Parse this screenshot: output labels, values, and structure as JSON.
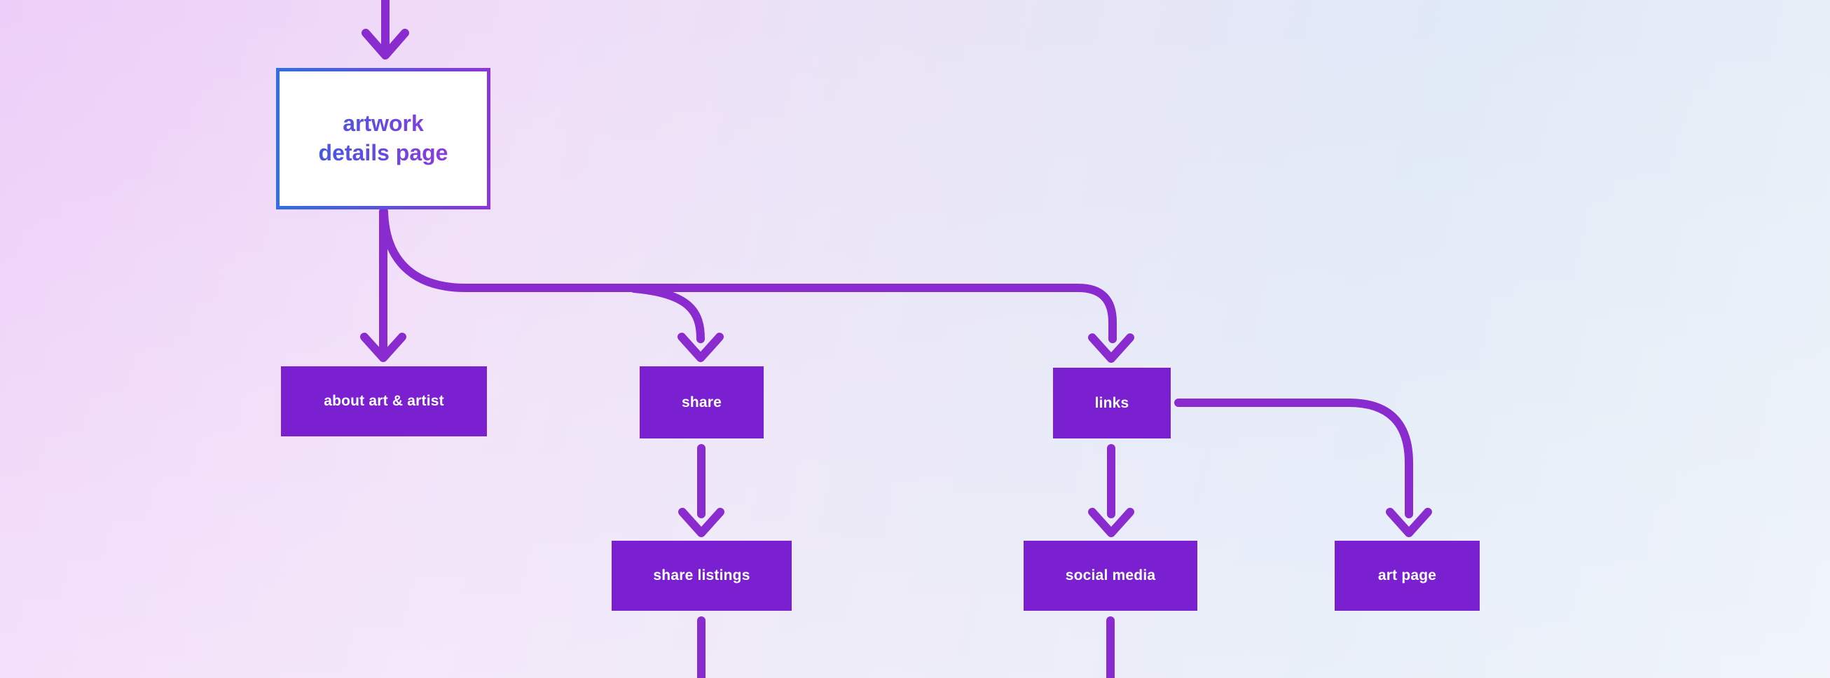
{
  "diagram": {
    "root": {
      "label": "artwork\ndetails page"
    },
    "level2": [
      {
        "id": "about-art-artist",
        "label": "about art & artist"
      },
      {
        "id": "share",
        "label": "share"
      },
      {
        "id": "links",
        "label": "links"
      }
    ],
    "level3": [
      {
        "id": "share-listings",
        "label": "share listings"
      },
      {
        "id": "social-media",
        "label": "social media"
      },
      {
        "id": "art-page",
        "label": "art page"
      }
    ],
    "edges": [
      {
        "from": "offscreen-top",
        "to": "artwork details page"
      },
      {
        "from": "artwork details page",
        "to": "about art & artist"
      },
      {
        "from": "artwork details page",
        "to": "share"
      },
      {
        "from": "artwork details page",
        "to": "links"
      },
      {
        "from": "share",
        "to": "share listings"
      },
      {
        "from": "links",
        "to": "social media"
      },
      {
        "from": "links",
        "to": "art page"
      },
      {
        "from": "share listings",
        "to": "offscreen-bottom"
      },
      {
        "from": "social media",
        "to": "offscreen-bottom"
      }
    ]
  },
  "colors": {
    "node_fill": "#7a20d0",
    "node_text": "#ffffff",
    "arrow": "#8a2bd0",
    "root_fill": "#ffffff",
    "root_border_start": "#2f6fe4",
    "root_border_end": "#8b35d9",
    "root_text_start": "#4459e2",
    "root_text_end": "#8d3bdc",
    "background_top_left": "#edcef8",
    "background_top_right": "#dde9f8",
    "background_bottom_left": "#f7e9fb",
    "background_bottom_right": "#e9f0f8"
  }
}
